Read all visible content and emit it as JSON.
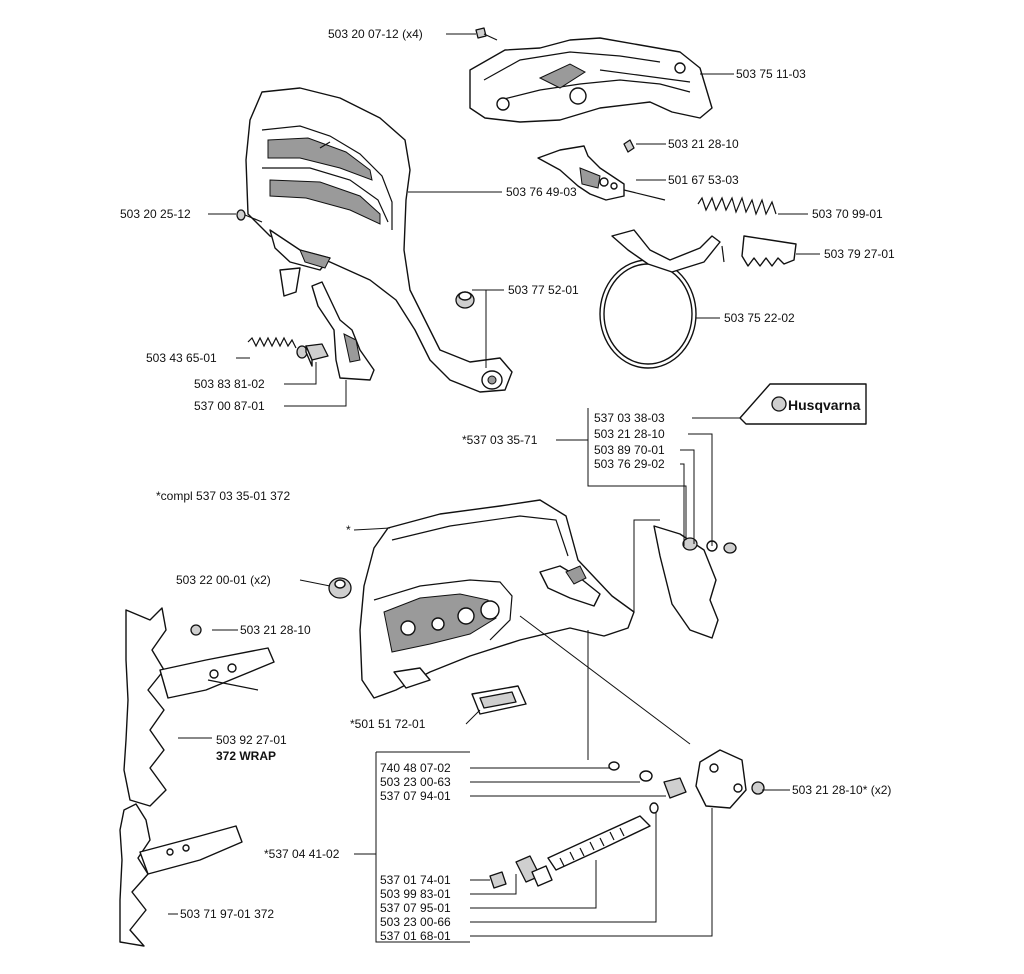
{
  "labels": {
    "l1": "503 20 07-12",
    "l1b": "(x4)",
    "l2": "503 75 11-03",
    "l3": "503 21 28-10",
    "l4": "501 67 53-03",
    "l5": "503 76 49-03",
    "l6": "503 20 25-12",
    "l7": "503 70 99-01",
    "l8": "503 79 27-01",
    "l9": "503 77 52-01",
    "l10": "503 75 22-02",
    "l11": "503 43 65-01",
    "l12": "503 83 81-02",
    "l13": "537 00 87-01",
    "l14": "537 03 38-03",
    "l15": "503 21 28-10",
    "l16": "503 89 70-01",
    "l17": "503 76 29-02",
    "l18": "*537 03 35-71",
    "l19": "*compl 537 03 35-01",
    "l19b": "372",
    "l20": "*",
    "l21": "503 22 00-01",
    "l21b": "(x2)",
    "l22": "503 21 28-10",
    "l23": "503 92 27-01",
    "l23b": "372 WRAP",
    "l24": "*501 51 72-01",
    "l25": "740 48 07-02",
    "l26": "503 23 00-63",
    "l27": "537 07 94-01",
    "l28": "503 21 28-10* (x2)",
    "l29": "*537 04 41-02",
    "l30": "537 01 74-01",
    "l31": "503 99 83-01",
    "l32": "537 07 95-01",
    "l33": "503 23 00-66",
    "l34": "537 01 68-01",
    "l35": "503 71 97-01",
    "l35b": "372"
  },
  "brand": {
    "logo_text": "Husqvarna"
  }
}
